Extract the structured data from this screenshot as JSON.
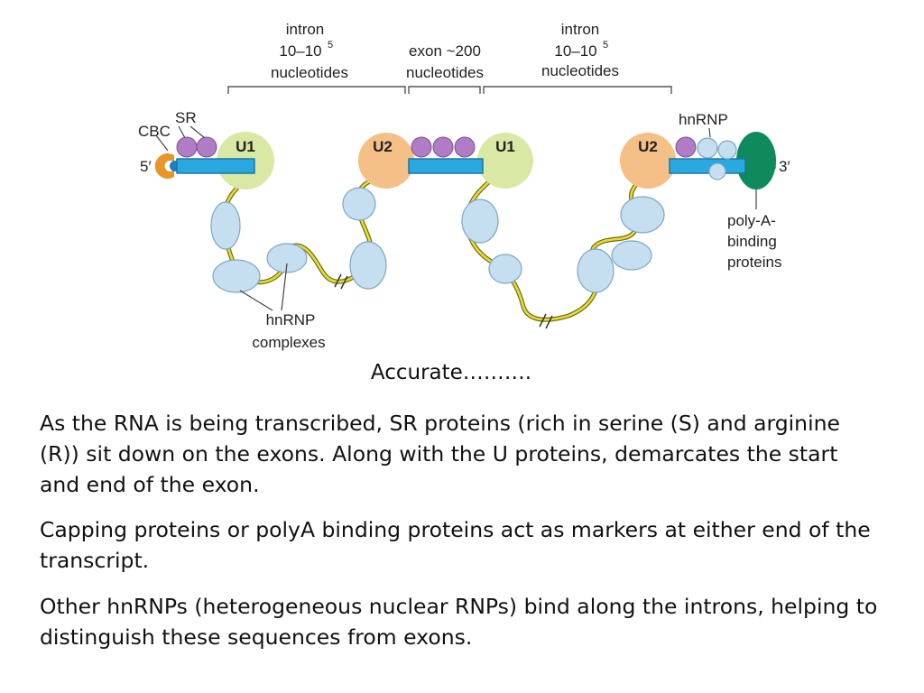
{
  "diagram": {
    "left_intron": {
      "line1": "intron",
      "range_base": "10–10",
      "range_exp": "5",
      "line3": "nucleotides"
    },
    "exon": {
      "line1": "exon ~200",
      "line2": "nucleotides"
    },
    "right_intron": {
      "line1": "intron",
      "range_base": "10–10",
      "range_exp": "5",
      "line3": "nucleotides"
    },
    "cbc_label": "CBC",
    "sr_label": "SR",
    "five_prime": "5′",
    "three_prime": "3′",
    "u1_label": "U1",
    "u2_label": "U2",
    "hnrnp_label": "hnRNP",
    "hnrnp_complexes": {
      "line1": "hnRNP",
      "line2": "complexes"
    },
    "polya": {
      "line1": "poly-A-",
      "line2": "binding",
      "line3": "proteins"
    },
    "colors": {
      "exon_bar": "#29a9e0",
      "rna_strand": "#e8dc38",
      "u1": "#d9e8a5",
      "u2": "#f5c088",
      "sr": "#b07cc6",
      "hnrnp": "#c5def0",
      "polya": "#0f8a5c",
      "cbc": "#e8952a"
    }
  },
  "caption": "Accurate……….",
  "paragraphs": [
    "As the RNA is being transcribed, SR proteins (rich in serine (S) and arginine (R)) sit down on the exons. Along with the U proteins, demarcates the start and end of the exon.",
    "Capping proteins or polyA binding proteins act as markers at either end of the transcript.",
    "Other hnRNPs (heterogeneous nuclear RNPs) bind along the introns, helping to distinguish these sequences from exons."
  ]
}
